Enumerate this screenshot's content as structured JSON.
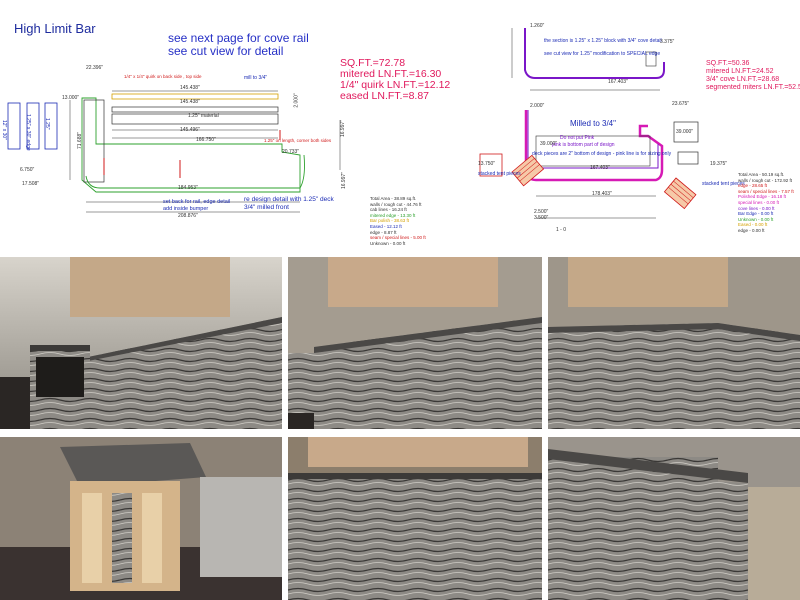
{
  "title": "High Limit Bar",
  "notes": [
    "see next page for cove rail",
    "see cut view for detail"
  ],
  "summary_left": [
    "SQ.FT.=72.78",
    "mitered LN.FT.=16.30",
    "1/4\" quirk LN.FT.=12.12",
    "eased LN.FT.=8.87"
  ],
  "summary_right": [
    "SQ.FT.=50.36",
    "mitered LN.FT.=24.52",
    "3/4\" cove LN.FT.=28.68",
    "segmented miters LN.FT.=52.50"
  ],
  "left_drawing": {
    "top_dim": "22.396\"",
    "quirk_note": "1/4\" x 1/4\" quirk on back side , top side",
    "mill_note": "mill to 3/4\"",
    "dim_145_1": "145.438\"",
    "dim_145_2": "145.438\"",
    "dim_145_3": "145.496\"",
    "material": "1.25\" material",
    "dim_166": "166.750\"",
    "dim_13": "13.000\"",
    "dim_71": "71.688\"",
    "dim_20": "20.733\"",
    "dim_6": "6.750\"",
    "dim_17": "17.508\"",
    "dim_184": "184.953\"",
    "dim_208": "208.876\"",
    "dim_16": "16.997\"",
    "dim_2": "2.000\"",
    "slab1": "12\" x 30\"",
    "slab2": "1.25\" x 30\" edge",
    "slab3": "1.25\"",
    "red_note": "1.25\" on length, corner both sides",
    "setback_note": [
      "set back for rail, edge detail",
      "add inside bumper"
    ],
    "design_note": [
      "re design detail with 1.25\" deck",
      "3/4\" milled front"
    ],
    "totals": [
      "Total Area - 38.89 sq.ft.",
      "walls / rough cut - 44.76 ft",
      "cab lines - 16.24 ft",
      "mitered edge - 13.30 ft",
      "Bar polish - 38.63 ft",
      "Eased - 12.12 ft",
      "edge - 8.87 ft",
      "seam / special lines - 5.00 ft",
      "Unknown - 0.00 ft"
    ]
  },
  "right_drawing": {
    "milled": "Milled to 3/4\"",
    "top_note": "the section is 1.25\" x 1.25\" block with 3/4\" cove detail",
    "top_note2": "see cut view for 1.25\" modification to SPECIAL edge",
    "dim_167": "167.403\"",
    "dim_1": "1.260\"",
    "dim_3": "3.375\"",
    "dim_2": "2.000\"",
    "dim_23": "23.675\"",
    "dim_39": "39.000\"",
    "dim_167b": "167.403\"",
    "dim_178": "178.403\"",
    "dim_39b": "39.000\"",
    "dim_19": "19.375\"",
    "dim_13": "13.750\"",
    "dim_3b": "3.500\"",
    "dim_2b": "2.500\"",
    "pink_note": "Do not put Pink",
    "pink_note2": "pink is bottom part of design",
    "cove_note": "deck pieces are 2\" bottom of design - pink line is for sizing only",
    "stacked_left": "stacked tent pieces",
    "stacked_right": "stacked tent pieces",
    "one_label": "1 - 0",
    "totals": [
      "Total Area - 50.19 sq.ft.",
      "walls / rough cut - 172.92 ft",
      "edge - 28.65 ft",
      "seam / special lines - 7.57 ft",
      "Polished Edge - 16.18 ft",
      "special lines - 0.00 ft",
      "cove lines - 0.00 ft",
      "Bar Edge - 0.00 ft",
      "Unknown - 0.00 ft",
      "Eased - 0.00 ft",
      "edge - 0.00 ft"
    ]
  },
  "colors": {
    "title": "#1e2c9e",
    "notes": "#2630c6",
    "pink": "#e0185c",
    "green": "#2ea12e",
    "red": "#d01a1a",
    "purple": "#8a1bd6"
  }
}
